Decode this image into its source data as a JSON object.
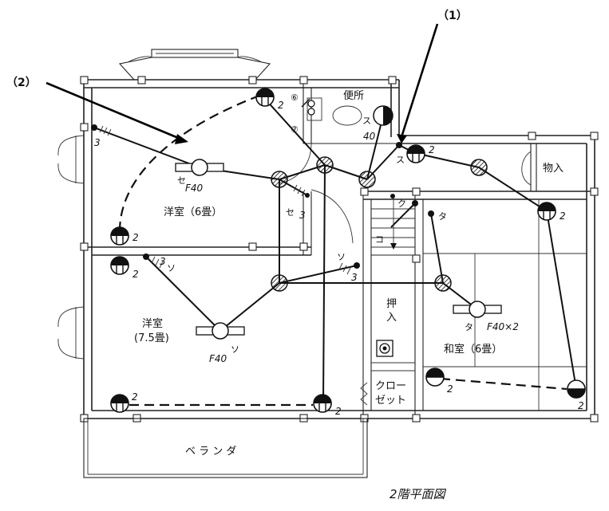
{
  "floor_title": "2階平面図",
  "callouts": {
    "c1": "（1）",
    "c2": "（2）"
  },
  "rooms": {
    "toilet": "便所",
    "storage": "物入",
    "western6": "洋室（6畳）",
    "western75_line1": "洋室",
    "western75_line2": "(7.5畳)",
    "oshiire_1": "押",
    "oshiire_2": "入",
    "closet_1": "クロー",
    "closet_2": "ゼット",
    "washitsu": "和室（6畳）",
    "veranda": "ベ ラ ン ダ"
  },
  "fixtures": {
    "f40_se": "F40",
    "se_upper": "セ",
    "f40_so": "F40",
    "so_lower": "ソ",
    "f40x2": "F40×2",
    "ta_lower": "タ"
  },
  "switch_labels": {
    "three_a": "3",
    "three_se": "3",
    "se_sw": "セ",
    "three_so_left": "3",
    "so_left": "ソ",
    "so_right": "ソ",
    "three_so_right": "3",
    "su": "ス",
    "su_40": "40",
    "su_low": "ス",
    "ku": "ク",
    "ko": "コ",
    "ta_sw": "タ",
    "n6": "⑥",
    "n7": "⑦"
  },
  "outlet_counts": {
    "top": "2",
    "right_top": "2",
    "right_mid": "2",
    "left_upper": "2",
    "left_lower": "2",
    "washitsu_left": "2",
    "washitsu_right": "2",
    "bottom_left": "2",
    "bottom_mid": "2"
  }
}
